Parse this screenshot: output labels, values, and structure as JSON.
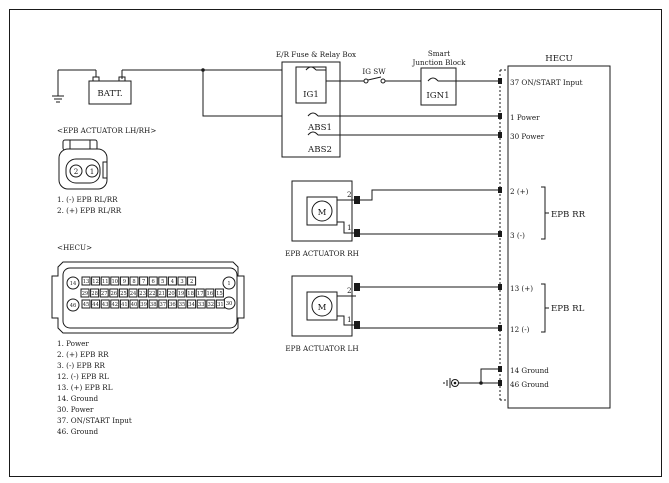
{
  "components": {
    "batt": "BATT.",
    "er_box_title": "E/R Fuse & Relay Box",
    "ig1": "IG1",
    "abs1": "ABS1",
    "abs2": "ABS2",
    "ig_sw": "IG SW",
    "sjb_title_1": "Smart",
    "sjb_title_2": "Junction Block",
    "ign1": "IGN1",
    "hecu_title": "HECU",
    "motor_symbol": "M",
    "actuator_rh": "EPB ACTUATOR RH",
    "actuator_lh": "EPB ACTUATOR LH"
  },
  "actuator_pins": {
    "p2": "2",
    "p1": "1"
  },
  "hecu_pins": [
    "37 ON/START Input",
    "1 Power",
    "30 Power",
    "2 (+)",
    "3 (-)",
    "13 (+)",
    "12 (-)",
    "14 Ground",
    "46 Ground"
  ],
  "groups": {
    "epb_rr": "EPB RR",
    "epb_rl": "EPB RL"
  },
  "connector_lhrh": {
    "title": "<EPB ACTUATOR LH/RH>",
    "pin_a": "2",
    "pin_b": "1",
    "legend": [
      "1. (-) EPB RL/RR",
      "2. (+) EPB RL/RR"
    ]
  },
  "connector_hecu": {
    "title": "<HECU>",
    "row1": [
      "14",
      "13",
      "12",
      "11",
      "10",
      "9",
      "8",
      "7",
      "6",
      "5",
      "4",
      "3",
      "2",
      "1"
    ],
    "row2": [
      "29",
      "28",
      "27",
      "26",
      "25",
      "24",
      "23",
      "22",
      "21",
      "20",
      "19",
      "18",
      "17",
      "16",
      "15"
    ],
    "row3": [
      "46",
      "45",
      "44",
      "43",
      "42",
      "41",
      "40",
      "39",
      "38",
      "37",
      "36",
      "35",
      "34",
      "33",
      "32",
      "31"
    ],
    "big_left_top": "14",
    "big_left_bottom": "46",
    "big_right_top": "1",
    "big_right_mid": "30",
    "legend": [
      "1. Power",
      "2. (+) EPB RR",
      "3. (-) EPB RR",
      "12. (-) EPB RL",
      "13. (+) EPB RL",
      "14. Ground",
      "30. Power",
      "37. ON/START Input",
      "46. Ground"
    ]
  }
}
